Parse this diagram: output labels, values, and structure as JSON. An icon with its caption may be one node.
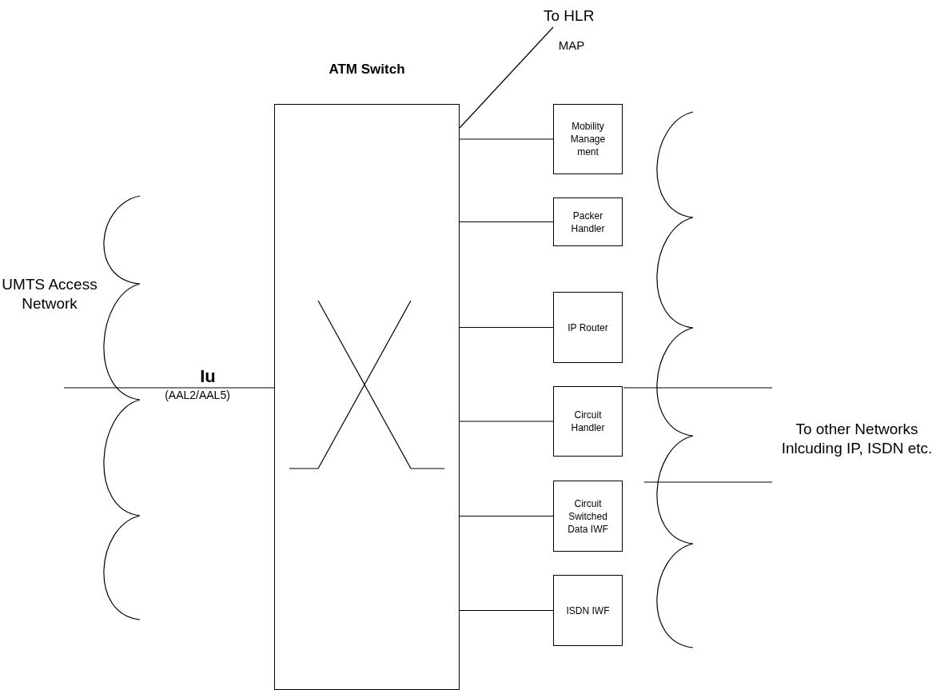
{
  "diagram": {
    "nodes": [
      {
        "text": [
          "ATM Switch"
        ]
      },
      {
        "text": [
          "Mobility Manage ment"
        ]
      },
      {
        "text": [
          "Packer Handler"
        ]
      },
      {
        "text": [
          "IP Router"
        ]
      },
      {
        "text": [
          "Circuit Handler"
        ]
      },
      {
        "text": [
          "Circuit Switched Data IWF"
        ]
      },
      {
        "text": [
          "ISDN IWF"
        ]
      },
      {
        "text": [
          "To HLR"
        ]
      }
    ],
    "edges": [
      {
        "from": 0,
        "to": 7,
        "arrow": "none",
        "label": "MAP"
      },
      {
        "from": 0,
        "to": 1,
        "arrow": "none"
      },
      {
        "from": 0,
        "to": 2,
        "arrow": "none"
      },
      {
        "from": 0,
        "to": 3,
        "arrow": "none"
      },
      {
        "from": 0,
        "to": 4,
        "arrow": "none"
      },
      {
        "from": 0,
        "to": 5,
        "arrow": "none"
      },
      {
        "from": 0,
        "to": 6,
        "arrow": "none"
      },
      {
        "from": null,
        "to": 0,
        "arrow": "none"
      }
    ],
    "labels": [
      "UMTS Access Network",
      "Iu",
      "(AAL2/AAL5)",
      "To other Networks Inlcuding IP, ISDN etc."
    ]
  }
}
